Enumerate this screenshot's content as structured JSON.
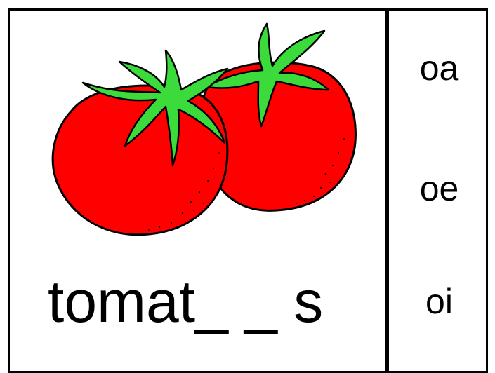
{
  "puzzle": {
    "word": "tomat_ _ s",
    "options": [
      "oa",
      "oe",
      "oi"
    ]
  },
  "illustration": {
    "icon": "tomatoes-icon",
    "colors": {
      "fruit": "#ff0000",
      "leaves": "#3cdb3c",
      "outline": "#000000"
    }
  }
}
